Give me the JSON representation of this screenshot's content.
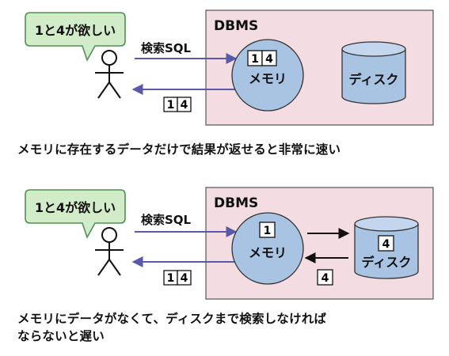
{
  "diagram1": {
    "bubble": "1と4が欲しい",
    "dbms_title": "DBMS",
    "query_label": "検索SQL",
    "memory_label": "メモリ",
    "memory_cells": [
      "1",
      "4"
    ],
    "disk_label": "ディスク",
    "result_cells": [
      "1",
      "4"
    ],
    "caption": "メモリに存在するデータだけで結果が返せると非常に速い"
  },
  "diagram2": {
    "bubble": "1と4が欲しい",
    "dbms_title": "DBMS",
    "query_label": "検索SQL",
    "memory_label": "メモリ",
    "memory_cells": [
      "1"
    ],
    "disk_label": "ディスク",
    "disk_cells": [
      "4"
    ],
    "transfer_cells": [
      "4"
    ],
    "result_cells": [
      "1",
      "4"
    ],
    "caption_lines": [
      "メモリにデータがなくて、ディスクまで検索しなければ",
      "ならないと遅い"
    ]
  },
  "colors": {
    "dbms_fill": "#f3dde2",
    "memory_fill": "#a9c3e3",
    "disk_fill": "#a9c3e3",
    "bubble_fill": "#d2ecc9",
    "bubble_stroke": "#4e8f55",
    "arrow": "#5a58a8"
  }
}
